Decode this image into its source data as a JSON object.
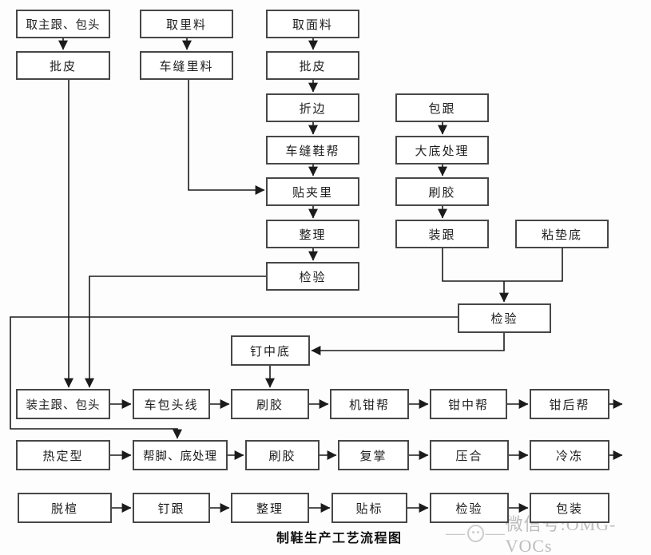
{
  "caption": "制鞋生产工艺流程图",
  "watermark": {
    "dash": "—",
    "icon": "doodle-face-icon",
    "text": "微信号:OMG-VOCs"
  },
  "colors": {
    "background": "#fdfdfd",
    "box_fill": "#ffffff",
    "box_border": "#474747",
    "line": "#1b1b1b",
    "text": "#1d1d1d",
    "caption_text": "#111111",
    "watermark_text": "#bdbdbd"
  },
  "nodes": [
    {
      "id": "qu_zhugen_baotou",
      "label": "取主跟、包头"
    },
    {
      "id": "pipi_1",
      "label": "批皮"
    },
    {
      "id": "qu_liliao",
      "label": "取里料"
    },
    {
      "id": "chefeng_liliao",
      "label": "车缝里料"
    },
    {
      "id": "qu_mianliao",
      "label": "取面料"
    },
    {
      "id": "pipi_2",
      "label": "批皮"
    },
    {
      "id": "zhebian",
      "label": "折边"
    },
    {
      "id": "chefeng_xiebang",
      "label": "车缝鞋帮"
    },
    {
      "id": "tie_jiali",
      "label": "贴夹里"
    },
    {
      "id": "zhengli_1",
      "label": "整理"
    },
    {
      "id": "jianyan_1",
      "label": "检验"
    },
    {
      "id": "baogen",
      "label": "包跟"
    },
    {
      "id": "dadi_chuli",
      "label": "大底处理"
    },
    {
      "id": "shuajiao_1",
      "label": "刷胶"
    },
    {
      "id": "zhuanggen",
      "label": "装跟"
    },
    {
      "id": "zhan_diandi",
      "label": "粘垫底"
    },
    {
      "id": "jianyan_2",
      "label": "检验"
    },
    {
      "id": "ding_zhongdi",
      "label": "钉中底"
    },
    {
      "id": "zhuang_zhugen_baotou",
      "label": "装主跟、包头"
    },
    {
      "id": "che_baotouxian",
      "label": "车包头线"
    },
    {
      "id": "shuajiao_2",
      "label": "刷胶"
    },
    {
      "id": "ji_qianbang",
      "label": "机钳帮"
    },
    {
      "id": "qian_zhongbang",
      "label": "钳中帮"
    },
    {
      "id": "qian_houbang",
      "label": "钳后帮"
    },
    {
      "id": "re_dingxing",
      "label": "热定型"
    },
    {
      "id": "bangjiao_dichuli",
      "label": "帮脚、底处理"
    },
    {
      "id": "shuajiao_3",
      "label": "刷胶"
    },
    {
      "id": "fuzhang",
      "label": "复掌"
    },
    {
      "id": "yahe",
      "label": "压合"
    },
    {
      "id": "lengdong",
      "label": "冷冻"
    },
    {
      "id": "tuoxuan",
      "label": "脱楦"
    },
    {
      "id": "dinggen",
      "label": "钉跟"
    },
    {
      "id": "zhengli_2",
      "label": "整理"
    },
    {
      "id": "tiebiao",
      "label": "贴标"
    },
    {
      "id": "jianyan_3",
      "label": "检验"
    },
    {
      "id": "baozhuang",
      "label": "包装"
    }
  ],
  "edges": [
    {
      "from": "qu_zhugen_baotou",
      "to": "pipi_1"
    },
    {
      "from": "qu_liliao",
      "to": "chefeng_liliao"
    },
    {
      "from": "qu_mianliao",
      "to": "pipi_2"
    },
    {
      "from": "pipi_2",
      "to": "zhebian"
    },
    {
      "from": "zhebian",
      "to": "chefeng_xiebang"
    },
    {
      "from": "chefeng_xiebang",
      "to": "tie_jiali"
    },
    {
      "from": "tie_jiali",
      "to": "zhengli_1"
    },
    {
      "from": "zhengli_1",
      "to": "jianyan_1"
    },
    {
      "from": "baogen",
      "to": "dadi_chuli"
    },
    {
      "from": "dadi_chuli",
      "to": "shuajiao_1"
    },
    {
      "from": "shuajiao_1",
      "to": "zhuanggen"
    },
    {
      "from": "zhuanggen",
      "to": "jianyan_2"
    },
    {
      "from": "zhan_diandi",
      "to": "jianyan_2"
    },
    {
      "from": "pipi_1",
      "to": "zhuang_zhugen_baotou"
    },
    {
      "from": "jianyan_1",
      "to": "zhuang_zhugen_baotou"
    },
    {
      "from": "chefeng_liliao",
      "to": "tie_jiali"
    },
    {
      "from": "jianyan_2",
      "to": "bangjiao_dichuli"
    },
    {
      "from": "jianyan_2",
      "to": "ding_zhongdi"
    },
    {
      "from": "ding_zhongdi",
      "to": "shuajiao_2"
    },
    {
      "from": "zhuang_zhugen_baotou",
      "to": "che_baotouxian"
    },
    {
      "from": "che_baotouxian",
      "to": "shuajiao_2"
    },
    {
      "from": "shuajiao_2",
      "to": "ji_qianbang"
    },
    {
      "from": "ji_qianbang",
      "to": "qian_zhongbang"
    },
    {
      "from": "qian_zhongbang",
      "to": "qian_houbang"
    },
    {
      "from": "qian_houbang",
      "to": "continue-right"
    },
    {
      "from": "re_dingxing",
      "to": "bangjiao_dichuli"
    },
    {
      "from": "bangjiao_dichuli",
      "to": "shuajiao_3"
    },
    {
      "from": "shuajiao_3",
      "to": "fuzhang"
    },
    {
      "from": "fuzhang",
      "to": "yahe"
    },
    {
      "from": "yahe",
      "to": "lengdong"
    },
    {
      "from": "lengdong",
      "to": "continue-right"
    },
    {
      "from": "tuoxuan",
      "to": "dinggen"
    },
    {
      "from": "dinggen",
      "to": "zhengli_2"
    },
    {
      "from": "zhengli_2",
      "to": "tiebiao"
    },
    {
      "from": "tiebiao",
      "to": "jianyan_3"
    },
    {
      "from": "jianyan_3",
      "to": "baozhuang"
    }
  ]
}
